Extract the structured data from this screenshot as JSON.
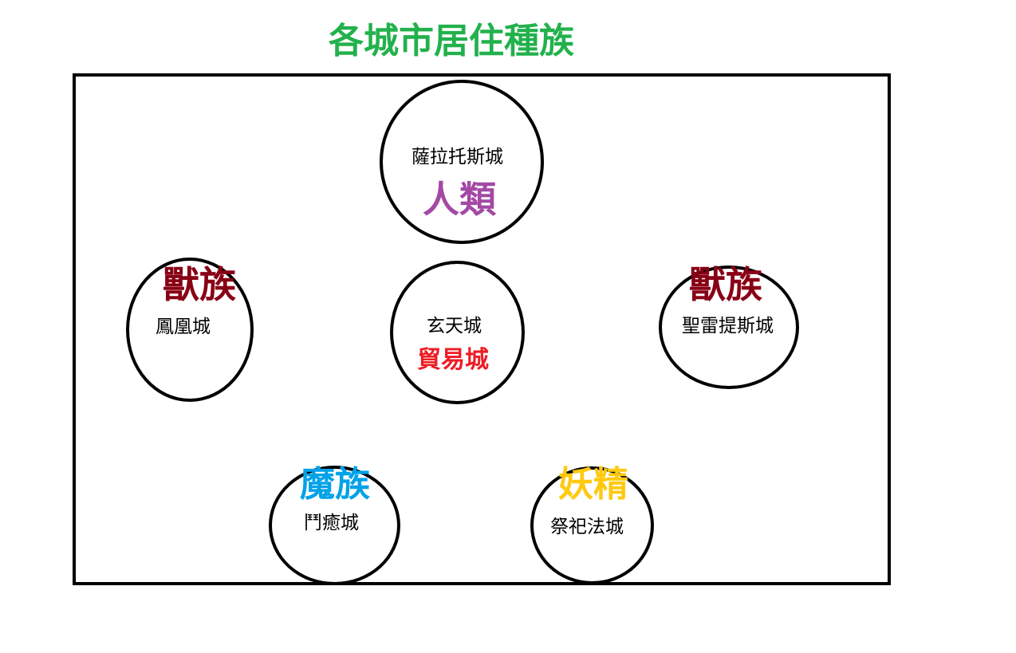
{
  "title": "各城市居住種族",
  "colors": {
    "title": "#22b14c",
    "human": "#a349a4",
    "beast": "#880015",
    "trade": "#ed1c24",
    "demon": "#00a2e8",
    "fairy": "#ffc90e"
  },
  "cities": {
    "top": {
      "name": "薩拉托斯城",
      "race": "人類"
    },
    "left": {
      "name": "鳳凰城",
      "race": "獸族"
    },
    "center": {
      "name": "玄天城",
      "race": "貿易城"
    },
    "right": {
      "name": "聖雷提斯城",
      "race": "獸族"
    },
    "bottom_left": {
      "name": "鬥癒城",
      "race": "魔族"
    },
    "bottom_right": {
      "name": "祭祀法城",
      "race": "妖精"
    }
  }
}
